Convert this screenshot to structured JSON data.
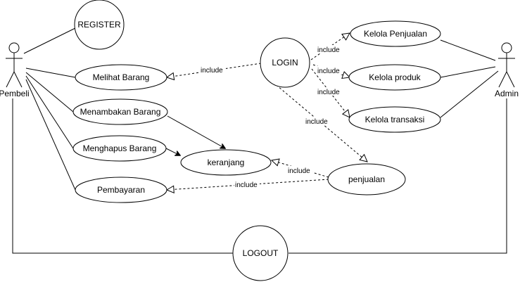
{
  "actors": {
    "pembeli": "Pembeli",
    "admin": "Admin"
  },
  "use_cases": {
    "register": "REGISTER",
    "melihat_barang": "Melihat Barang",
    "menambakan_barang": "Menambakan Barang",
    "menghapus_barang": "Menghapus Barang",
    "pembayaran": "Pembayaran",
    "keranjang": "keranjang",
    "login": "LOGIN",
    "kelola_penjualan": "Kelola Penjualan",
    "kelola_produk": "Kelola produk",
    "kelola_transaksi": "Kelola transaksi",
    "penjualan": "penjualan",
    "logout": "LOGOUT"
  },
  "relations": {
    "include": "include"
  }
}
